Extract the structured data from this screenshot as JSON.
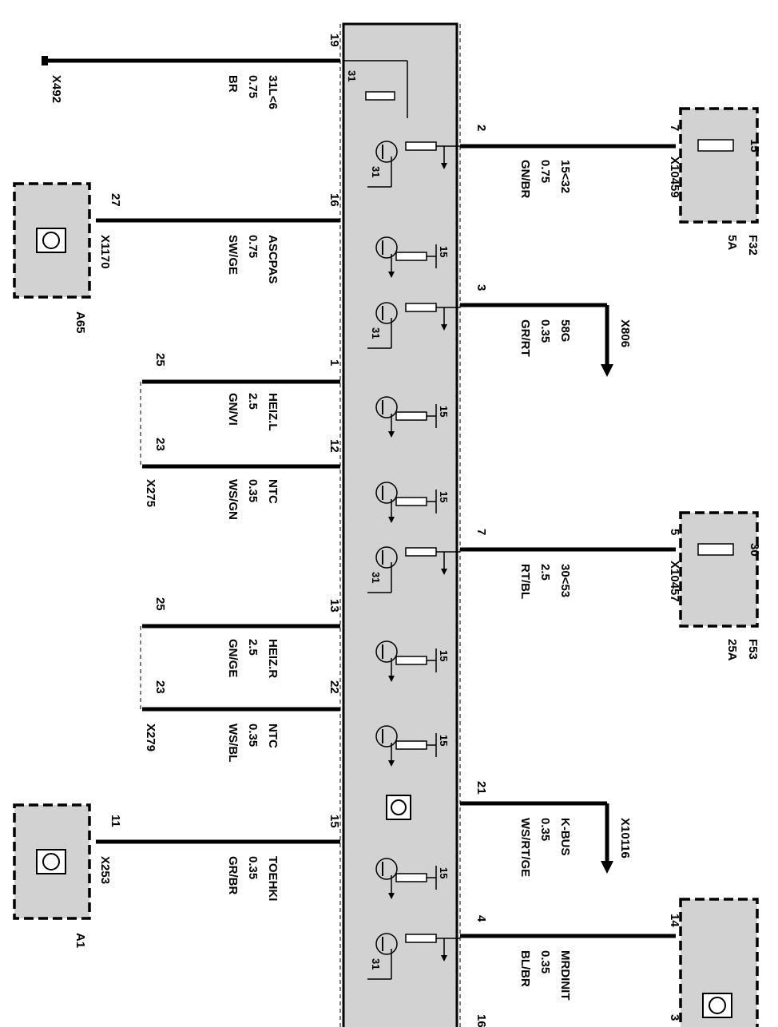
{
  "diagram": {
    "module_pins": {
      "left": [
        "19",
        "16",
        "1",
        "12",
        "13",
        "22",
        "15"
      ],
      "right": [
        "2",
        "3",
        "7",
        "21",
        "4",
        "16"
      ]
    },
    "transistor_labels": [
      "31",
      "15"
    ],
    "left_wires": [
      {
        "pin": "19",
        "name": "31L<6",
        "size": "0.75",
        "color": "BR",
        "connector": "X492"
      },
      {
        "pin": "16",
        "name": "ASCPAS",
        "size": "0.75",
        "color": "SW/GE",
        "connector": "X1170",
        "connector_pin": "27"
      },
      {
        "pin": "1",
        "name": "HEIZ.L",
        "size": "2.5",
        "color": "GN/VI",
        "connector_pin": "25"
      },
      {
        "pin": "12",
        "name": "NTC",
        "size": "0.35",
        "color": "WS/GN",
        "connector": "X275",
        "connector_pin": "23"
      },
      {
        "pin": "13",
        "name": "HEIZ.R",
        "size": "2.5",
        "color": "GN/GE",
        "connector_pin": "25"
      },
      {
        "pin": "22",
        "name": "NTC",
        "size": "0.35",
        "color": "WS/BL",
        "connector": "X279",
        "connector_pin": "23"
      },
      {
        "pin": "15",
        "name": "TOEHKI",
        "size": "0.35",
        "color": "GR/BR",
        "connector": "X253",
        "connector_pin": "11"
      }
    ],
    "right_wires": [
      {
        "pin": "2",
        "name": "15<32",
        "size": "0.75",
        "color": "GN/BR",
        "connector": "X10459",
        "connector_pin": "7"
      },
      {
        "pin": "3",
        "name": "58G",
        "size": "0.35",
        "color": "GR/RT",
        "connector": "X806"
      },
      {
        "pin": "7",
        "name": "30<53",
        "size": "2.5",
        "color": "RT/BL",
        "connector": "X10457",
        "connector_pin": "5"
      },
      {
        "pin": "21",
        "name": "K-BUS",
        "size": "0.35",
        "color": "WS/RT/GE",
        "connector": "X10116"
      },
      {
        "pin": "4",
        "name": "MRDINIT",
        "size": "0.35",
        "color": "BL/BR",
        "connector_pin": "14"
      }
    ],
    "components": {
      "A65": {
        "label": "A65"
      },
      "A1": {
        "label": "A1"
      },
      "F32": {
        "label": "F32",
        "rating": "5A",
        "terminal": "15"
      },
      "F53": {
        "label": "F53",
        "rating": "25A",
        "terminal": "30"
      },
      "bottom_box": {
        "pin": "3"
      }
    }
  }
}
